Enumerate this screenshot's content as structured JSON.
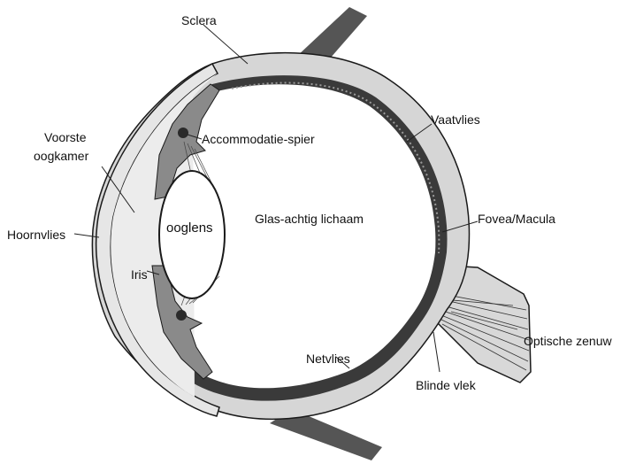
{
  "labels": {
    "sclera": "Sclera",
    "vaatvlies": "Vaatvlies",
    "voorste_line1": "Voorste",
    "voorste_line2": "oogkamer",
    "accommodatie": "Accommodatie-spier",
    "hoornvlies": "Hoornvlies",
    "ooglens": "ooglens",
    "glas": "Glas-achtig lichaam",
    "fovea": "Fovea/Macula",
    "iris": "Iris",
    "optische": "Optische zenuw",
    "netvlies": "Netvlies",
    "blinde": "Blinde vlek"
  },
  "colors": {
    "tissue": "#d6d6d6",
    "muscle": "#8a8a8a",
    "dark_layer": "#3a3a3a",
    "outline": "#1a1a1a"
  }
}
